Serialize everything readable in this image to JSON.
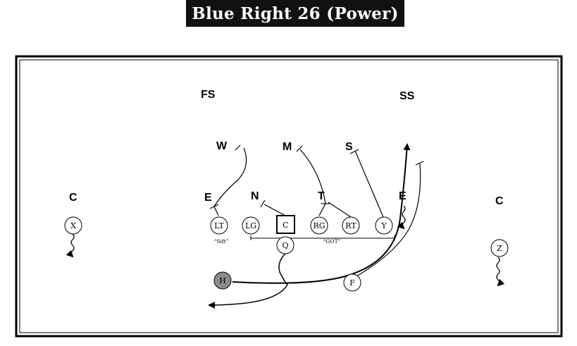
{
  "title": "Blue Right 26 (Power)",
  "defense": {
    "fs": "FS",
    "ss": "SS",
    "w": "W",
    "m": "M",
    "s": "S",
    "e_left": "E",
    "n": "N",
    "t": "T",
    "e_right": "E",
    "c_left": "C",
    "c_right": "C"
  },
  "offense": {
    "lt": "LT",
    "lg": "LG",
    "c": "C",
    "rg": "RG",
    "rt": "RT",
    "y": "Y",
    "q": "Q",
    "x": "X",
    "z": "Z",
    "h": "H",
    "f": "F"
  },
  "notes": {
    "sift": "“Sift”",
    "got": "“GOT”"
  },
  "colors": {
    "title_bg": "#111111",
    "h_fill": "#8c8c8c"
  }
}
